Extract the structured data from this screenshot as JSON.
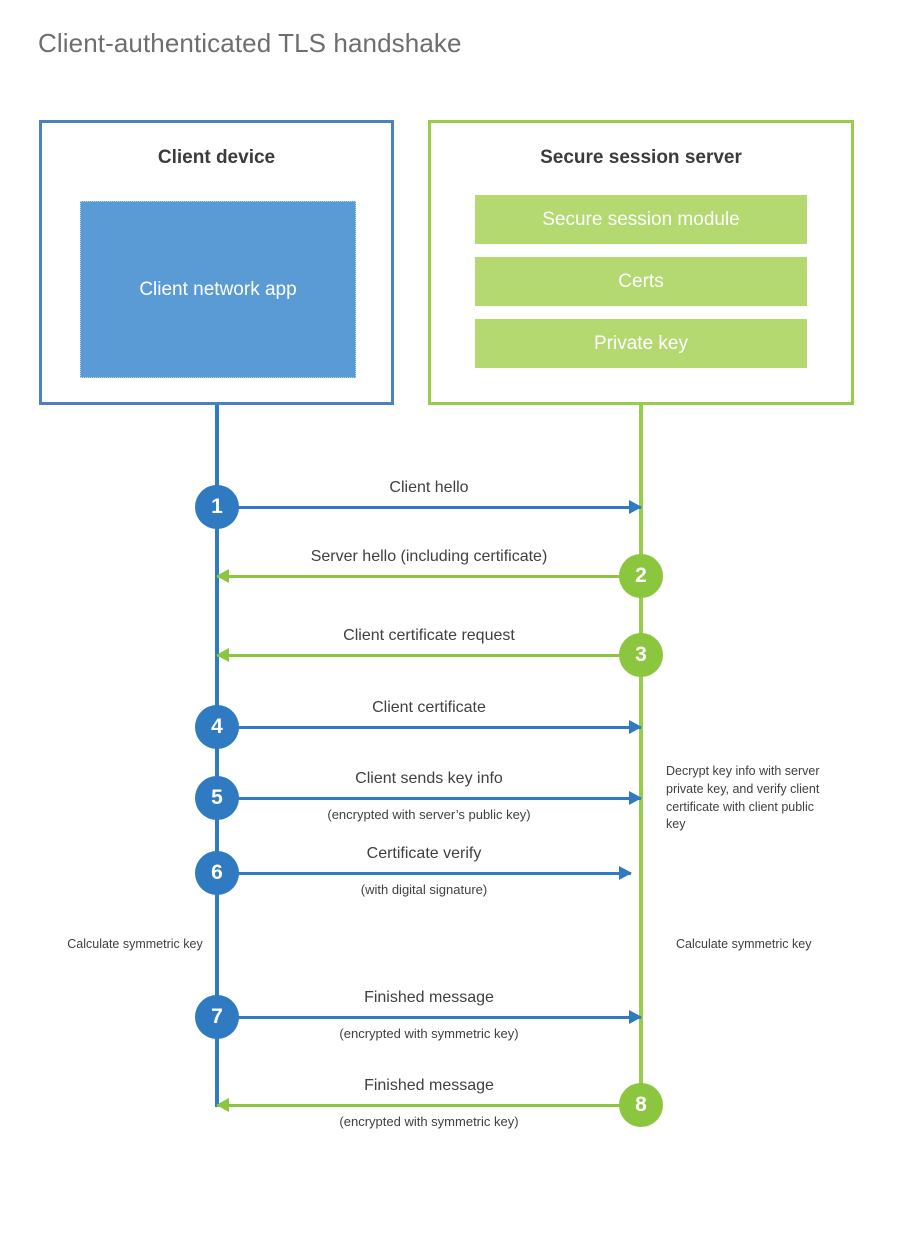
{
  "title": "Client-authenticated TLS handshake",
  "colors": {
    "client_blue": "#2f7ac0",
    "client_box_border": "#4a82bd",
    "client_app_fill": "#5b9bd5",
    "server_green": "#8cc63f",
    "server_box_border": "#97cc4d",
    "server_bar_fill": "#b4d971",
    "title_gray": "#6d6e70",
    "label_gray": "#404040"
  },
  "actors": {
    "client": {
      "title": "Client device",
      "app_label": "Client network app"
    },
    "server": {
      "title": "Secure session server",
      "modules": [
        {
          "label": "Secure session module"
        },
        {
          "label": "Certs"
        },
        {
          "label": "Private key"
        }
      ]
    }
  },
  "messages": [
    {
      "step": "1",
      "label": "Client hello",
      "sublabel": "",
      "direction": "client-to-server"
    },
    {
      "step": "2",
      "label": "Server hello (including certificate)",
      "sublabel": "",
      "direction": "server-to-client"
    },
    {
      "step": "3",
      "label": "Client certificate request",
      "sublabel": "",
      "direction": "server-to-client"
    },
    {
      "step": "4",
      "label": "Client certificate",
      "sublabel": "",
      "direction": "client-to-server"
    },
    {
      "step": "5",
      "label": "Client sends key info",
      "sublabel": "(encrypted with server’s public key)",
      "direction": "client-to-server"
    },
    {
      "step": "6",
      "label": "Certificate verify",
      "sublabel": "(with digital signature)",
      "direction": "client-to-server"
    },
    {
      "step": "7",
      "label": "Finished message",
      "sublabel": "(encrypted with symmetric key)",
      "direction": "client-to-server"
    },
    {
      "step": "8",
      "label": "Finished message",
      "sublabel": "(encrypted with symmetric key)",
      "direction": "server-to-client"
    }
  ],
  "annotations": {
    "server_decrypt": "Decrypt key info with server private key, and verify client certificate with client public key",
    "client_calculate": "Calculate symmetric key",
    "server_calculate": "Calculate symmetric key"
  }
}
